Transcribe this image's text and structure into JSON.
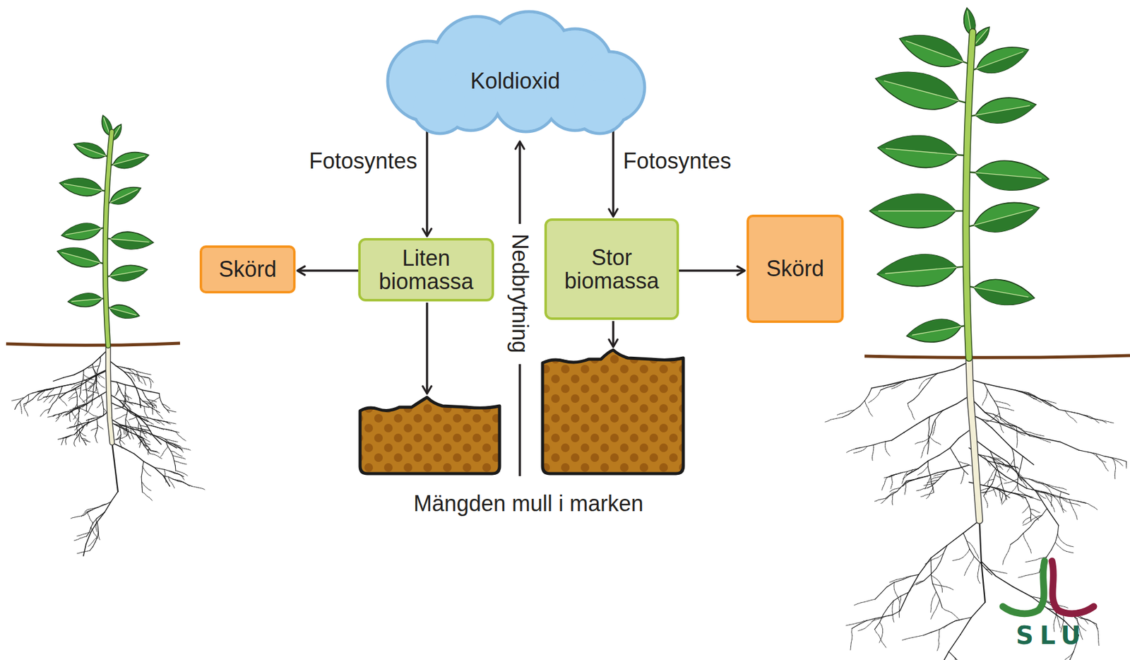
{
  "diagram": {
    "nodes": [
      {
        "text": [
          "Koldioxid"
        ]
      },
      {
        "text": [
          "Skörd"
        ]
      },
      {
        "text": [
          "Liten biomassa"
        ]
      },
      {
        "text": [
          "Stor biomassa"
        ]
      },
      {
        "text": [
          "Skörd"
        ]
      }
    ],
    "edges": [
      {
        "from": 0,
        "to": 2,
        "arrow": "to",
        "label": "Fotosyntes"
      },
      {
        "from": 0,
        "to": 3,
        "arrow": "to",
        "label": "Fotosyntes"
      },
      {
        "from": 2,
        "to": 1,
        "arrow": "to"
      },
      {
        "from": 3,
        "to": 4,
        "arrow": "to"
      }
    ],
    "labels": [
      "Nedbrytning",
      "Mängden mull i marken",
      "SLU"
    ]
  }
}
